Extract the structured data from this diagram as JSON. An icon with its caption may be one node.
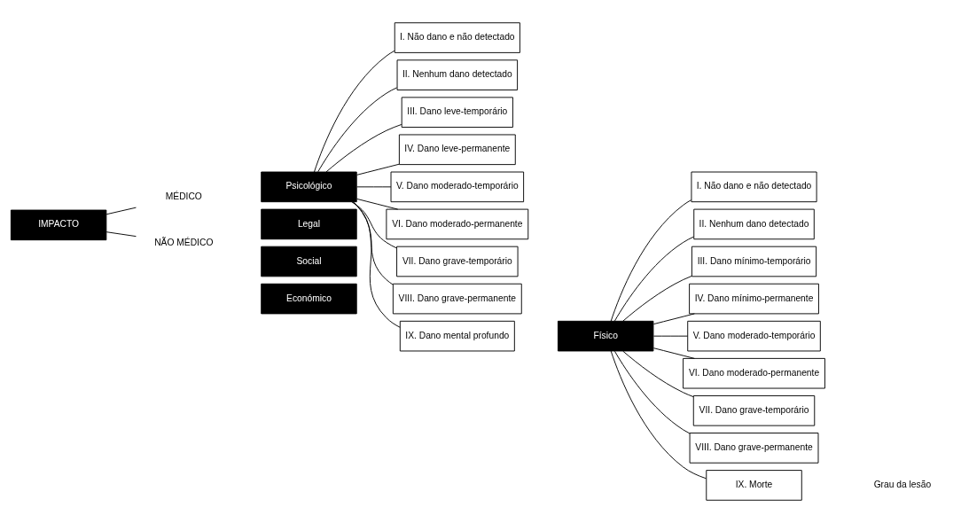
{
  "diagram": {
    "nodes": [
      {
        "text": [
          "IMPACTO"
        ]
      },
      {
        "text": [
          "MÉDICO"
        ]
      },
      {
        "text": [
          "Psicológico"
        ]
      },
      {
        "text": [
          "I. Não dano e não detectado"
        ]
      },
      {
        "text": [
          "II. Nenhum dano detectado"
        ]
      },
      {
        "text": [
          "III. Dano leve-temporário"
        ]
      },
      {
        "text": [
          "IV. Dano leve-permanente"
        ]
      },
      {
        "text": [
          "V. Dano moderado-temporário"
        ]
      },
      {
        "text": [
          "VI. Dano moderado-permanente"
        ]
      },
      {
        "text": [
          "VII. Dano grave-temporário"
        ]
      },
      {
        "text": [
          "VIII. Dano grave-permanente"
        ]
      },
      {
        "text": [
          "IX. Dano mental profundo"
        ]
      },
      {
        "text": [
          "Físico"
        ]
      },
      {
        "text": [
          "I. Não dano e não detectado"
        ]
      },
      {
        "text": [
          "II. Nenhum dano detectado"
        ]
      },
      {
        "text": [
          "III. Dano mínimo-temporário"
        ]
      },
      {
        "text": [
          "IV. Dano mínimo-permanente"
        ]
      },
      {
        "text": [
          "V. Dano moderado-temporário"
        ]
      },
      {
        "text": [
          "VI. Dano moderado-permanente"
        ]
      },
      {
        "text": [
          "VII. Dano grave-temporário"
        ]
      },
      {
        "text": [
          "VIII. Dano grave-permanente"
        ]
      },
      {
        "text": [
          "IX. Morte"
        ]
      },
      {
        "text": [
          "NÃO MÉDICO"
        ]
      },
      {
        "text": [
          "Legal"
        ]
      },
      {
        "text": [
          "Social"
        ]
      },
      {
        "text": [
          "Económico"
        ]
      }
    ],
    "edges": [
      {
        "from": 0,
        "to": 1,
        "arrow": "none"
      },
      {
        "from": 0,
        "to": 22,
        "arrow": "none"
      },
      {
        "from": 2,
        "to": 3,
        "arrow": "none"
      },
      {
        "from": 2,
        "to": 4,
        "arrow": "none"
      },
      {
        "from": 2,
        "to": 5,
        "arrow": "none"
      },
      {
        "from": 2,
        "to": 6,
        "arrow": "none"
      },
      {
        "from": 2,
        "to": 7,
        "arrow": "none"
      },
      {
        "from": 2,
        "to": 8,
        "arrow": "none"
      },
      {
        "from": 2,
        "to": 9,
        "arrow": "none"
      },
      {
        "from": 2,
        "to": 10,
        "arrow": "none"
      },
      {
        "from": 2,
        "to": 11,
        "arrow": "none"
      },
      {
        "from": 12,
        "to": 13,
        "arrow": "none"
      },
      {
        "from": 12,
        "to": 14,
        "arrow": "none"
      },
      {
        "from": 12,
        "to": 15,
        "arrow": "none"
      },
      {
        "from": 12,
        "to": 16,
        "arrow": "none"
      },
      {
        "from": 12,
        "to": 17,
        "arrow": "none"
      },
      {
        "from": 12,
        "to": 18,
        "arrow": "none"
      },
      {
        "from": 12,
        "to": 19,
        "arrow": "none"
      },
      {
        "from": 12,
        "to": 20,
        "arrow": "none"
      },
      {
        "from": 12,
        "to": 21,
        "arrow": "none"
      }
    ],
    "labels": [
      "Grau da lesão"
    ]
  }
}
